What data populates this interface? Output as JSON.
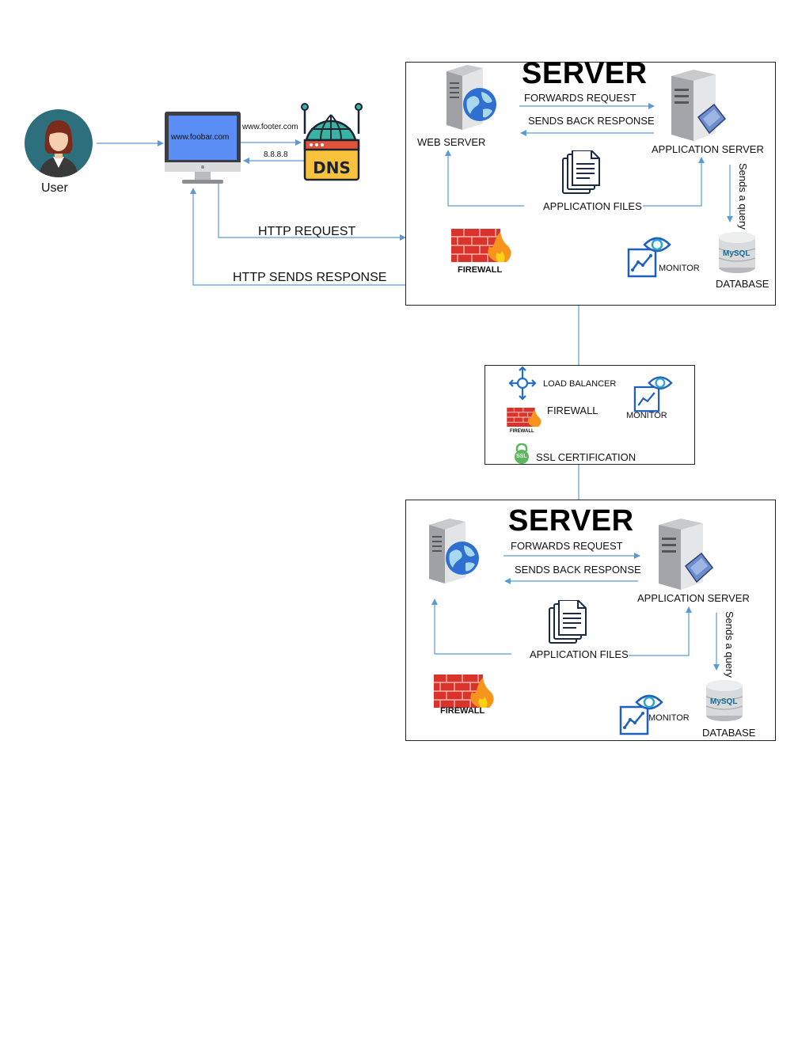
{
  "user": {
    "label": "User"
  },
  "monitor_screen": {
    "text": "www.foobar.com"
  },
  "dns": {
    "label": "DNS",
    "query_label": "www.footer.com",
    "answer_label": "8.8.8.8"
  },
  "http": {
    "request": "HTTP REQUEST",
    "response": "HTTP SENDS RESPONSE"
  },
  "server1": {
    "title": "SERVER",
    "web_server": "WEB SERVER",
    "app_server": "APPLICATION SERVER",
    "forwards": "FORWARDS REQUEST",
    "sends_back": "SENDS BACK RESPONSE",
    "app_files": "APPLICATION FILES",
    "firewall": "FIREWALL",
    "monitor": "MONITOR",
    "database": "DATABASE",
    "query": "Sends a query",
    "mysql": "MySQL"
  },
  "middle": {
    "load_balancer": "LOAD  BALANCER",
    "firewall": "FIREWALL",
    "firewall_small": "FIREWALL",
    "monitor": "MONITOR",
    "ssl": "SSL CERTIFICATION",
    "ssl_badge": "SSL"
  },
  "server2": {
    "title": "SERVER",
    "app_server": "APPLICATION SERVER",
    "forwards": "FORWARDS REQUEST",
    "sends_back": "SENDS BACK RESPONSE",
    "app_files": "APPLICATION FILES",
    "firewall": "FIREWALL",
    "monitor": "MONITOR",
    "database": "DATABASE",
    "query": "Sends a query",
    "mysql": "MySQL"
  },
  "colors": {
    "line": "#5b9bd5",
    "firewall_brick": "#d9332b",
    "flame": "#f7941d",
    "icon_blue": "#1f5fbf"
  }
}
